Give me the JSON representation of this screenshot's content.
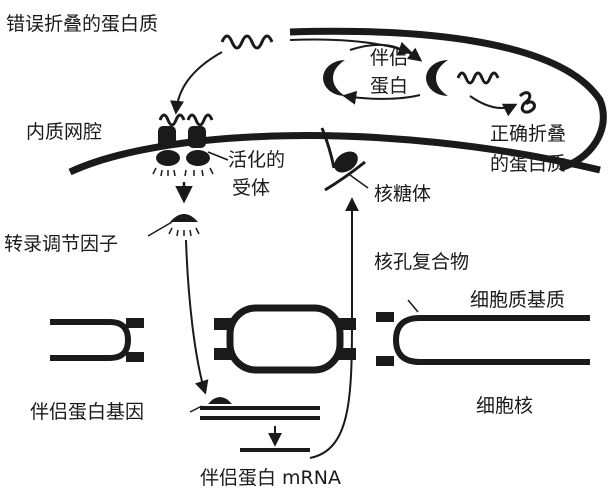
{
  "labels": {
    "misfolded_protein": "错误折叠的蛋白质",
    "er_lumen": "内质网腔",
    "chaperone_line1": "伴侣",
    "chaperone_line2": "蛋白",
    "correct_line1": "正确折叠",
    "correct_line2": "的蛋白质",
    "activated_line1": "活化的",
    "activated_line2": "受体",
    "ribosome": "核糖体",
    "transcription_factor": "转录调节因子",
    "nuclear_pore": "核孔复合物",
    "cytoplasm_matrix": "细胞质基质",
    "nucleus": "细胞核",
    "chaperone_gene": "伴侣蛋白基因",
    "chaperone_mrna": "伴侣蛋白 mRNA"
  }
}
